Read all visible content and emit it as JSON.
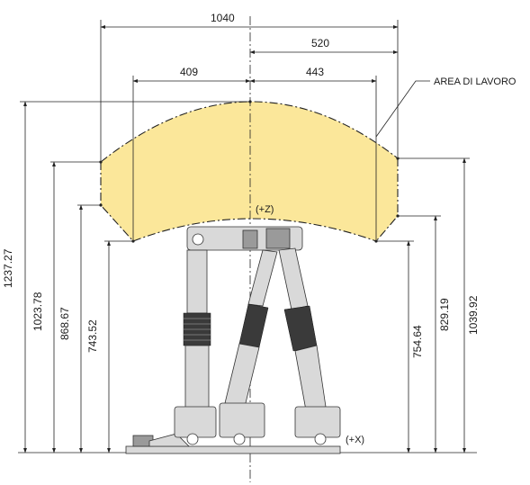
{
  "labels": {
    "work_area": "AREA DI LAVORO",
    "axis_z": "(+Z)",
    "axis_x": "(+X)"
  },
  "dimensions": {
    "width_total": "1040",
    "width_half": "520",
    "width_left": "409",
    "width_right": "443",
    "h_left_1": "1237.27",
    "h_left_2": "1023.78",
    "h_left_3": "868.67",
    "h_left_4": "743.52",
    "h_right_1": "754.64",
    "h_right_2": "829.19",
    "h_right_3": "1039.92"
  },
  "colors": {
    "work_area_fill": "#fbe79a",
    "line": "#222222"
  }
}
